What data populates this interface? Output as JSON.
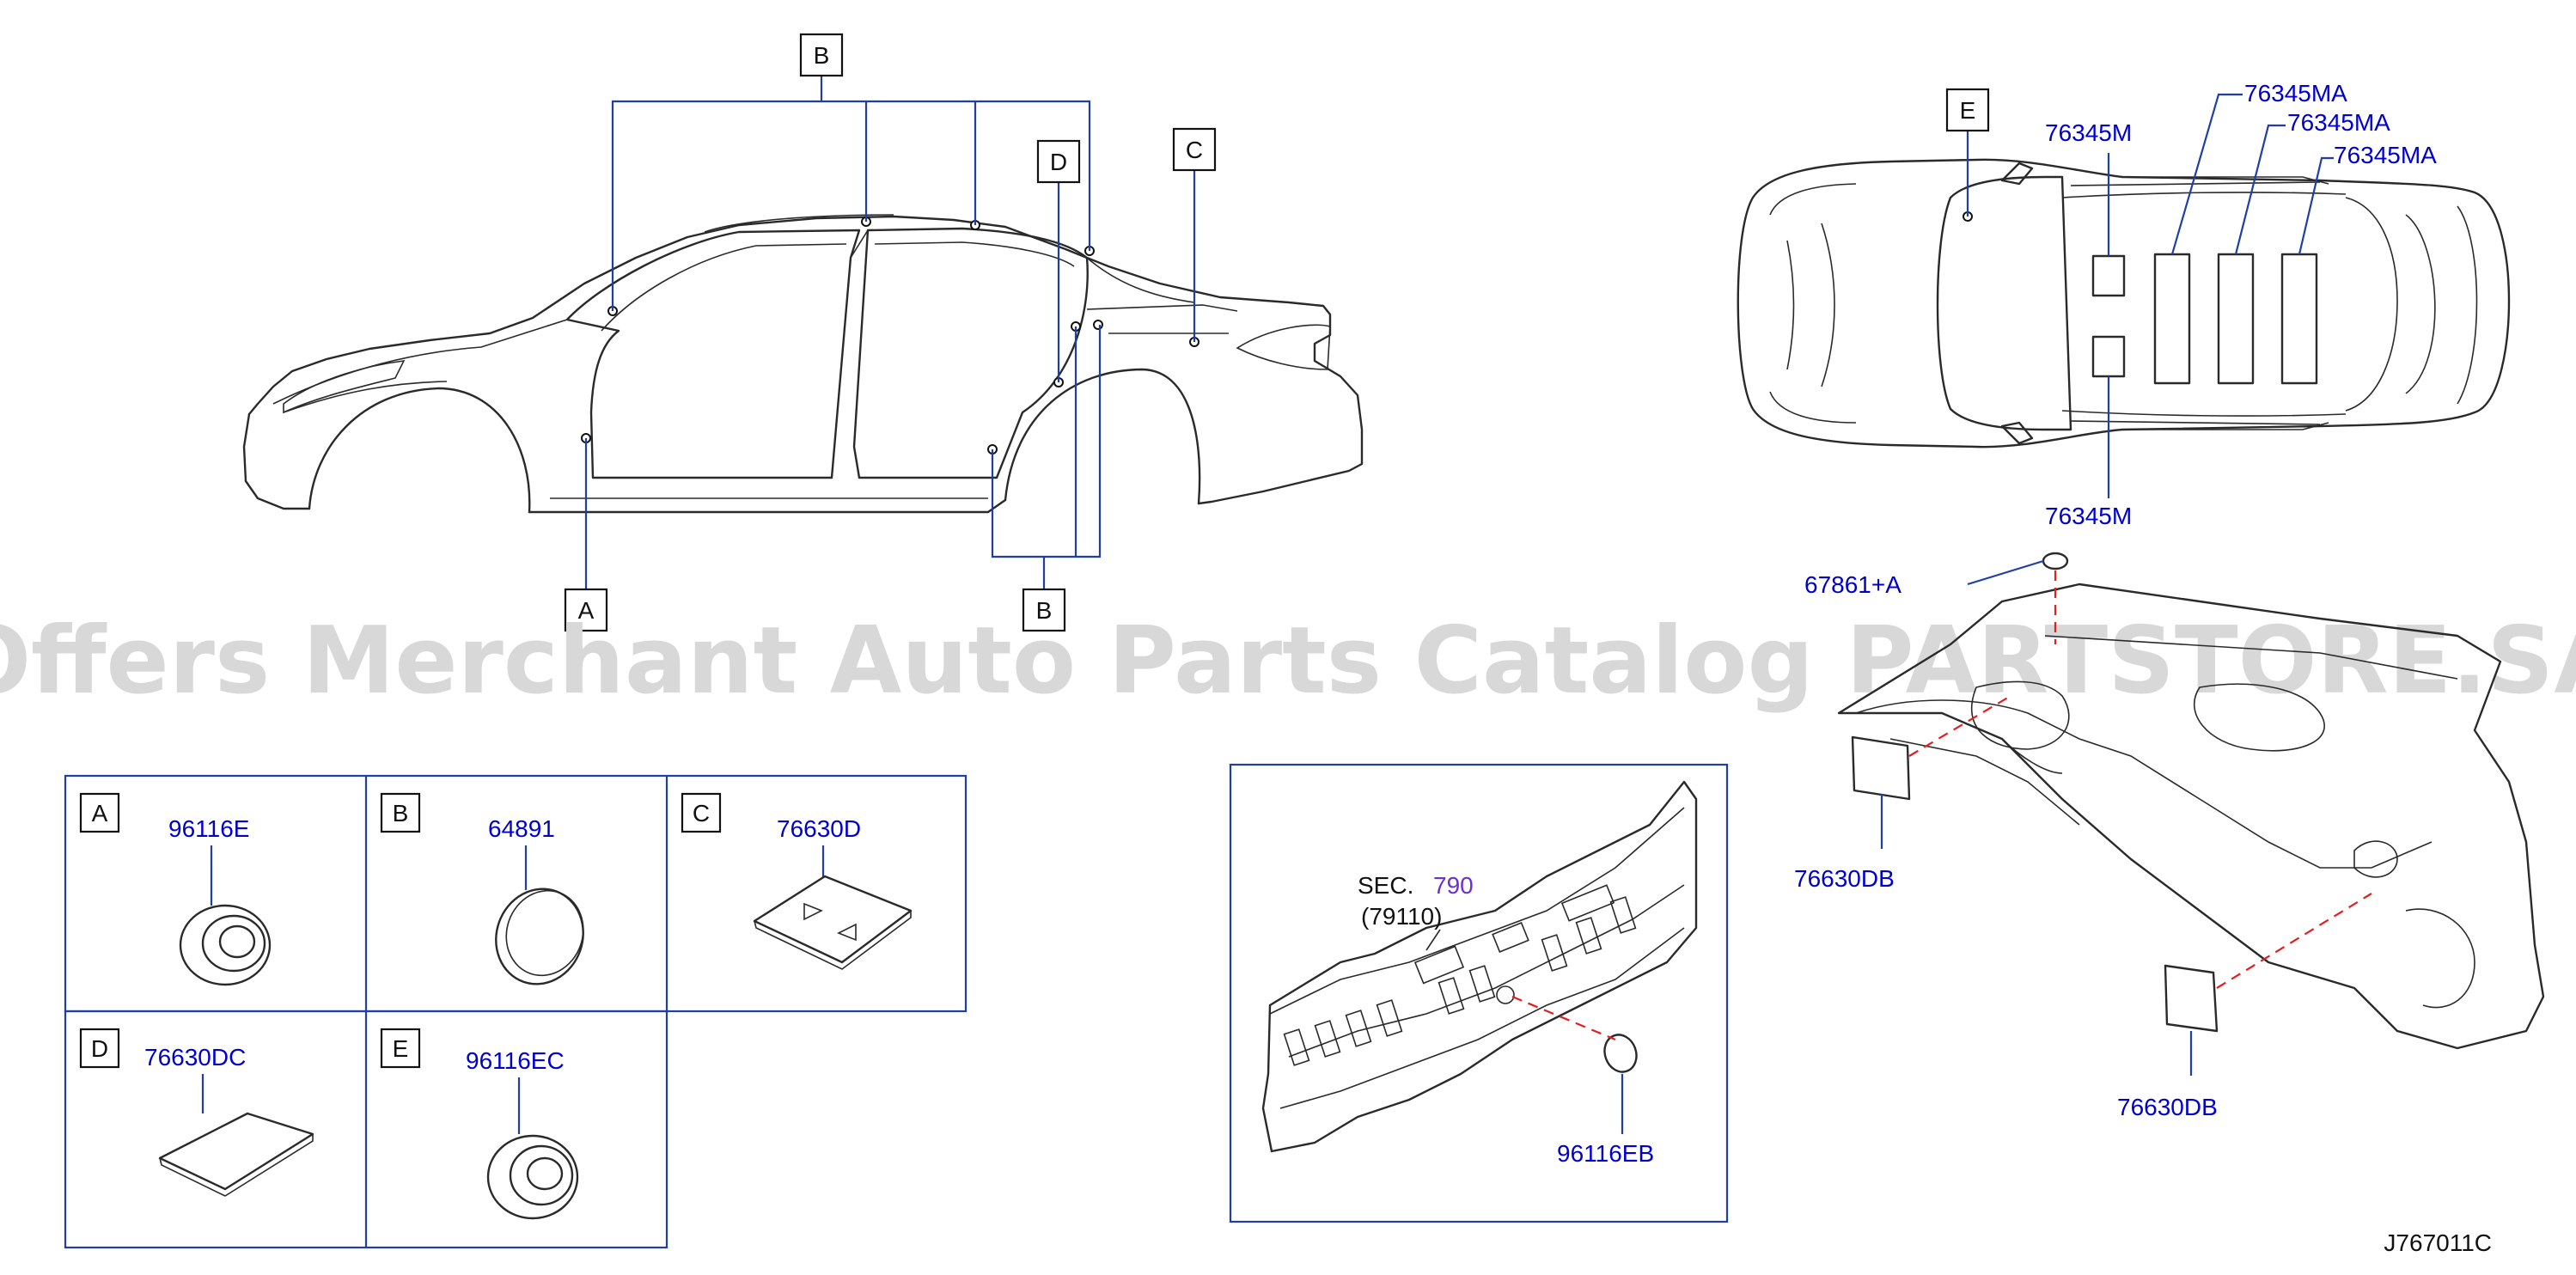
{
  "watermark": "Offers Merchant Auto Parts Catalog PARTSTORE.SA",
  "diagram_id": "J767011C",
  "side_view": {
    "callouts": {
      "a": "A",
      "b_top": "B",
      "b_bottom": "B",
      "c": "C",
      "d": "D"
    }
  },
  "top_view": {
    "callout_e": "E",
    "parts": {
      "p1": "76345M",
      "p2": "76345MA",
      "p3": "76345MA",
      "p4": "76345MA",
      "p5": "76345M"
    }
  },
  "floor": {
    "parts": {
      "cap": "67861+A",
      "left": "76630DB",
      "right": "76630DB"
    }
  },
  "legend": {
    "cells": [
      {
        "key": "A",
        "part": "96116E"
      },
      {
        "key": "B",
        "part": "64891"
      },
      {
        "key": "C",
        "part": "76630D"
      },
      {
        "key": "D",
        "part": "76630DC"
      },
      {
        "key": "E",
        "part": "96116EC"
      }
    ]
  },
  "rear_panel": {
    "sec_prefix": "SEC.",
    "sec_number": "790",
    "sec_ref": "(79110)",
    "part": "96116EB"
  },
  "colors": {
    "part_number": "#0000cc",
    "leader": "#1f3fa6",
    "dashed_leader": "#e02020",
    "section_ref": "#6a2fd6"
  }
}
